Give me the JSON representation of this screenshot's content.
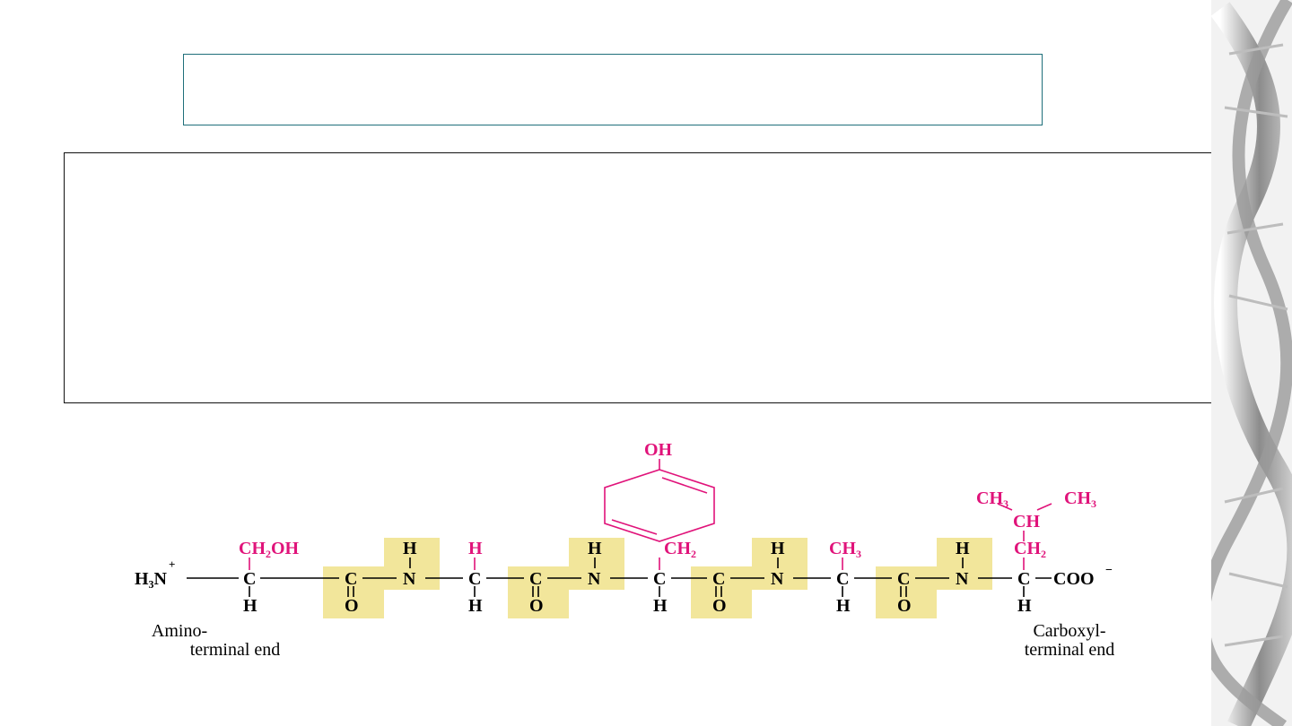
{
  "slide": {
    "title": "",
    "body": ""
  },
  "diagram": {
    "n_terminus": {
      "text": "H₃N",
      "charge": "+"
    },
    "c_terminus": "COO",
    "c_terminus_charge": "−",
    "backbone_atoms": {
      "carbon": "C",
      "nitrogen": "N",
      "oxygen": "O",
      "hydrogen": "H"
    },
    "side_chains": {
      "serine": {
        "text": "CH",
        "sub": "2",
        "text2": "OH"
      },
      "glycine": "H",
      "tyrosine_ch2": {
        "text": "CH",
        "sub": "2"
      },
      "tyrosine_oh": "OH",
      "alanine": {
        "text": "CH",
        "sub": "3"
      },
      "leucine_ch2": {
        "text": "CH",
        "sub": "2"
      },
      "leucine_ch": "CH",
      "leucine_ch3": {
        "text": "CH",
        "sub": "3"
      }
    },
    "labels": {
      "amino_terminal_line1": "Amino-",
      "amino_terminal_line2": "terminal end",
      "carboxyl_terminal_line1": "Carboxyl-",
      "carboxyl_terminal_line2": "terminal end"
    },
    "colors": {
      "side_chain": "#e0137a",
      "peptide_bond_highlight": "#f2e69b",
      "backbone": "#000000"
    }
  }
}
